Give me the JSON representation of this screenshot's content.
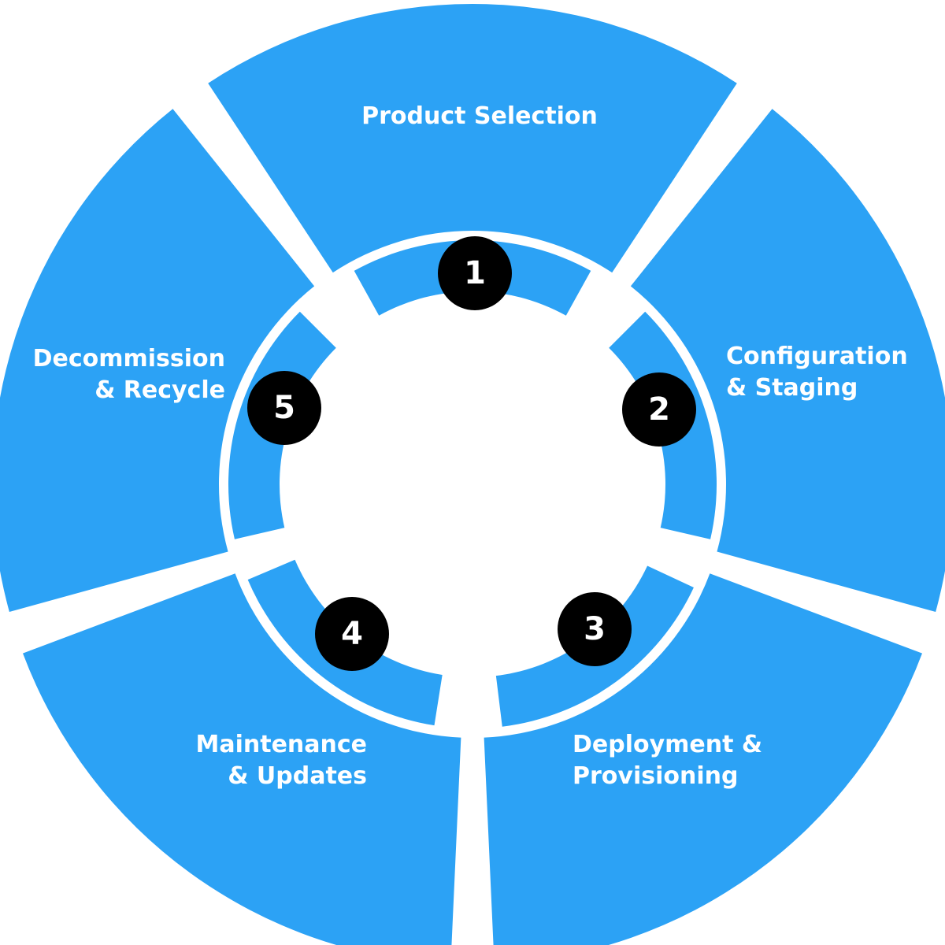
{
  "colors": {
    "segment": "#2CA2F5",
    "badge": "#000000",
    "text": "#FFFFFF",
    "background": "#FFFFFF"
  },
  "steps": [
    {
      "number": "1",
      "label_lines": [
        "Product Selection"
      ]
    },
    {
      "number": "2",
      "label_lines": [
        "Configuration",
        "& Staging"
      ]
    },
    {
      "number": "3",
      "label_lines": [
        "Deployment &",
        "Provisioning"
      ]
    },
    {
      "number": "4",
      "label_lines": [
        "Maintenance",
        "& Updates"
      ]
    },
    {
      "number": "5",
      "label_lines": [
        "Decommission",
        "& Recycle"
      ]
    }
  ]
}
